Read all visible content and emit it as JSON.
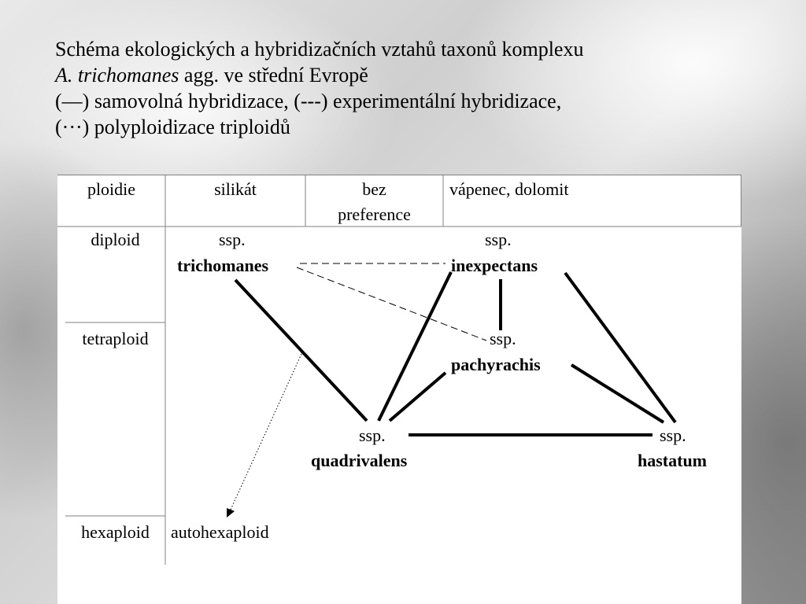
{
  "header": {
    "line1": "Schéma ekologických a hybridizačních vztahů taxonů komplexu",
    "line2_italic": "A. trichomanes",
    "line2_rest": " agg. ve střední Evropě",
    "line3": "(—) samovolná hybridizace, (---) experimentální hybridizace,",
    "line4": "(···) polyploidizace triploidů"
  },
  "table": {
    "headers": {
      "ploidy": "ploidie",
      "silicate": "silikát",
      "no_pref_line1": "bez",
      "no_pref_line2": "preference",
      "limestone": "vápenec, dolomit"
    },
    "rows": {
      "diploid": "diploid",
      "tetraploid": "tetraploid",
      "hexaploid": "hexaploid"
    }
  },
  "taxa": {
    "ssp_label": "ssp.",
    "trichomanes": "trichomanes",
    "inexpectans": "inexpectans",
    "pachyrachis": "pachyrachis",
    "quadrivalens": "quadrivalens",
    "hastatum": "hastatum",
    "autohexaploid": "autohexaploid"
  }
}
